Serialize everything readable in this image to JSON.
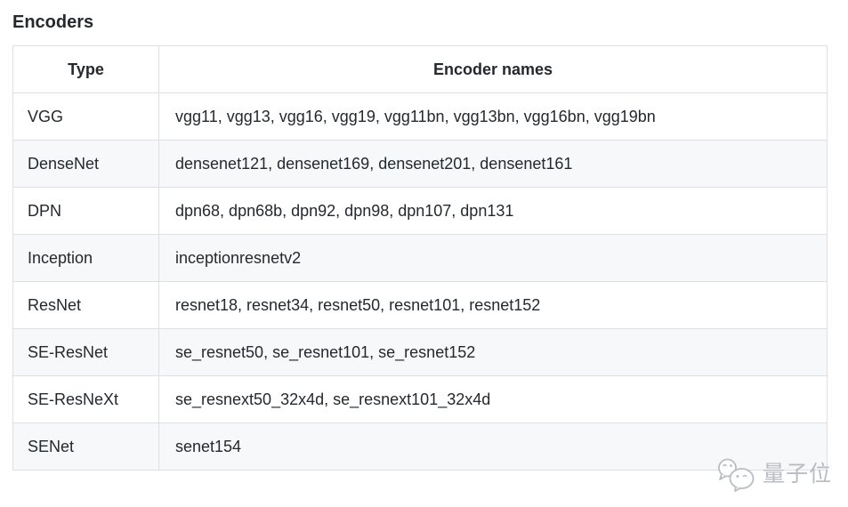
{
  "page": {
    "title": "Encoders"
  },
  "table": {
    "headers": [
      {
        "label": "Type"
      },
      {
        "label": "Encoder names"
      }
    ],
    "rows": [
      {
        "type": "VGG",
        "names": "vgg11, vgg13, vgg16, vgg19, vgg11bn, vgg13bn, vgg16bn, vgg19bn"
      },
      {
        "type": "DenseNet",
        "names": "densenet121, densenet169, densenet201, densenet161"
      },
      {
        "type": "DPN",
        "names": "dpn68, dpn68b, dpn92, dpn98, dpn107, dpn131"
      },
      {
        "type": "Inception",
        "names": "inceptionresnetv2"
      },
      {
        "type": "ResNet",
        "names": "resnet18, resnet34, resnet50, resnet101, resnet152"
      },
      {
        "type": "SE-ResNet",
        "names": "se_resnet50, se_resnet101, se_resnet152"
      },
      {
        "type": "SE-ResNeXt",
        "names": "se_resnext50_32x4d, se_resnext101_32x4d"
      },
      {
        "type": "SENet",
        "names": "senet154"
      }
    ]
  },
  "watermark": {
    "label": "量子位",
    "logo": "qbitai-chat-bubbles"
  },
  "colors": {
    "text": "#24292e",
    "border": "#dcdfe4",
    "row_alt": "#f6f8fa",
    "watermark": "#b9bcc2"
  }
}
